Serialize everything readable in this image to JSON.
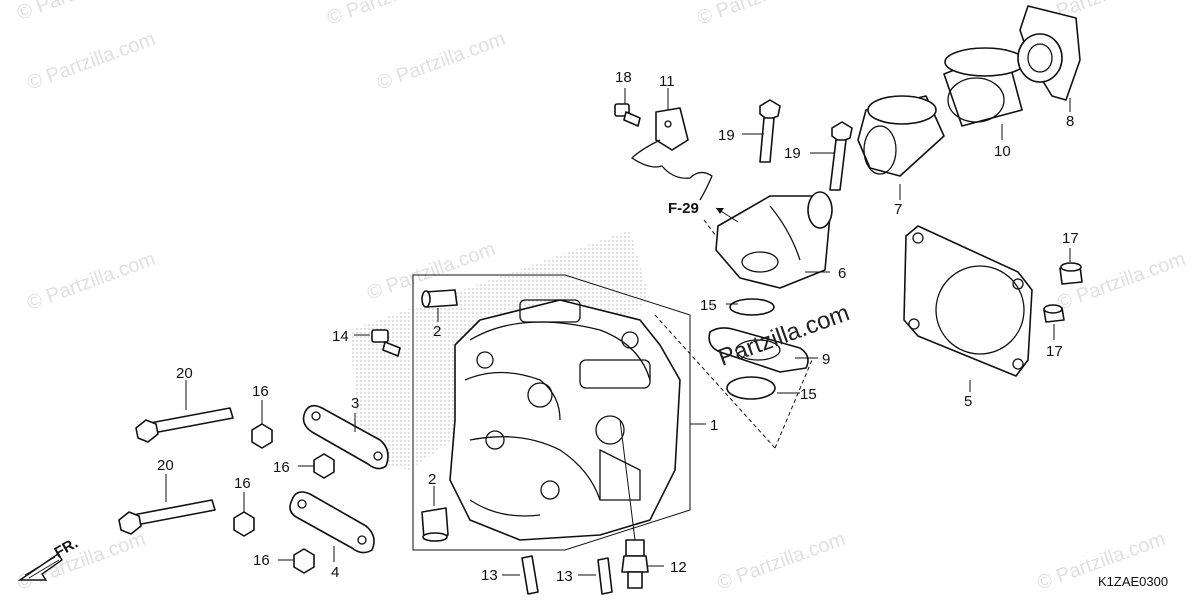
{
  "watermark": {
    "text": "© Partzilla.com",
    "center_text": "Partzilla.com"
  },
  "diagram_code": "K1ZAE0300",
  "reference": "F-29",
  "direction_label": "FR.",
  "callouts": {
    "c1": "1",
    "c2a": "2",
    "c2b": "2",
    "c3": "3",
    "c4": "4",
    "c5": "5",
    "c6": "6",
    "c7": "7",
    "c8": "8",
    "c9": "9",
    "c10": "10",
    "c11": "11",
    "c12": "12",
    "c13a": "13",
    "c13b": "13",
    "c14": "14",
    "c15a": "15",
    "c15b": "15",
    "c16a": "16",
    "c16b": "16",
    "c16c": "16",
    "c16d": "16",
    "c17a": "17",
    "c17b": "17",
    "c18": "18",
    "c19a": "19",
    "c19b": "19",
    "c20a": "20",
    "c20b": "20"
  }
}
